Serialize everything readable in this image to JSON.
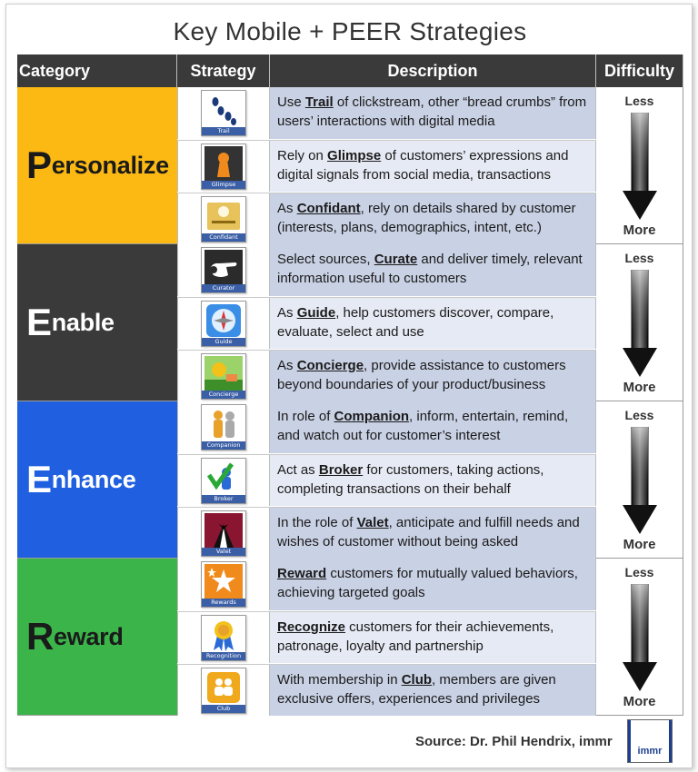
{
  "title": "Key Mobile + PEER Strategies",
  "headers": {
    "category": "Category",
    "strategy": "Strategy",
    "description": "Description",
    "difficulty": "Difficulty"
  },
  "difficulty": {
    "less": "Less",
    "more": "More"
  },
  "groups": [
    {
      "initial": "P",
      "rest": "ersonalize",
      "color": "#fdb913",
      "text_color": "#1a1a1a",
      "rows": [
        {
          "icon": "footprints-icon",
          "caption": "Trail",
          "pre": "Use ",
          "keyword": "Trail",
          "post": " of clickstream, other “bread crumbs” from users’ interactions with digital media"
        },
        {
          "icon": "keyhole-icon",
          "caption": "Glimpse",
          "pre": "Rely on ",
          "keyword": "Glimpse",
          "post": " of customers’ expressions and digital signals from social media, transactions"
        },
        {
          "icon": "confidant-card-icon",
          "caption": "Confidant",
          "pre": "As ",
          "keyword": "Confidant",
          "post": ", rely on details shared by customer (interests, plans, demographics, intent, etc.)"
        }
      ]
    },
    {
      "initial": "E",
      "rest": "nable",
      "color": "#3a3a3a",
      "text_color": "#ffffff",
      "rows": [
        {
          "icon": "pointing-hand-icon",
          "caption": "Curator",
          "pre": "Select sources, ",
          "keyword": "Curate",
          "post": " and deliver timely, relevant information useful to customers"
        },
        {
          "icon": "compass-icon",
          "caption": "Guide",
          "pre": "As ",
          "keyword": "Guide",
          "post": ", help customers discover, compare, evaluate, select and use"
        },
        {
          "icon": "concierge-icon",
          "caption": "Concierge",
          "pre": "As ",
          "keyword": "Concierge",
          "post": ", provide assistance to customers beyond boundaries of your product/business"
        }
      ]
    },
    {
      "initial": "E",
      "rest": "nhance",
      "color": "#1f5fe0",
      "text_color": "#ffffff",
      "rows": [
        {
          "icon": "companions-icon",
          "caption": "Companion",
          "pre": "In role of ",
          "keyword": "Companion",
          "post": ", inform, entertain, remind, and watch out for customer’s interest"
        },
        {
          "icon": "checkmark-person-icon",
          "caption": "Broker",
          "pre": "Act as ",
          "keyword": "Broker",
          "post": " for customers, taking actions, completing transactions on their behalf"
        },
        {
          "icon": "tuxedo-icon",
          "caption": "Valet",
          "pre": "In the role of ",
          "keyword": "Valet",
          "post": ", anticipate and fulfill needs and wishes of customer without being asked"
        }
      ]
    },
    {
      "initial": "R",
      "rest": "eward",
      "color": "#3bb54a",
      "text_color": "#1a1a1a",
      "rows": [
        {
          "icon": "stars-icon",
          "caption": "Rewards",
          "pre": "",
          "keyword": "Reward",
          "post": " customers for mutually valued behaviors, achieving targeted goals"
        },
        {
          "icon": "ribbon-medal-icon",
          "caption": "Recognition",
          "pre": "",
          "keyword": "Recognize",
          "post": " customers for their achievements, patronage, loyalty and partnership"
        },
        {
          "icon": "club-members-icon",
          "caption": "Club",
          "pre": "With membership in ",
          "keyword": "Club",
          "post": ", members are given exclusive offers, experiences and privileges"
        }
      ]
    }
  ],
  "source": "Source: Dr. Phil Hendrix, immr",
  "logo_text": "immr"
}
